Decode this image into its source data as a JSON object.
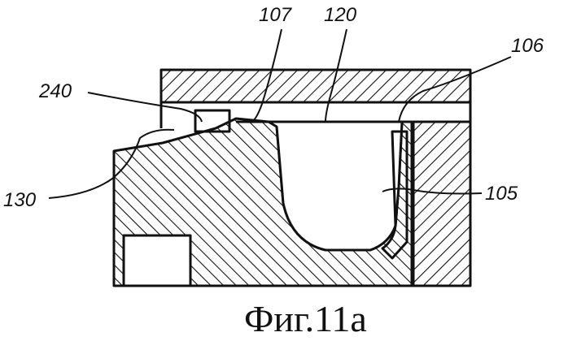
{
  "figure": {
    "caption": "Фиг.11a",
    "labels": {
      "l107": "107",
      "l120": "120",
      "l106": "106",
      "l240": "240",
      "l130": "130",
      "l105": "105"
    }
  },
  "colors": {
    "ink": "#111111",
    "paper": "#ffffff"
  }
}
